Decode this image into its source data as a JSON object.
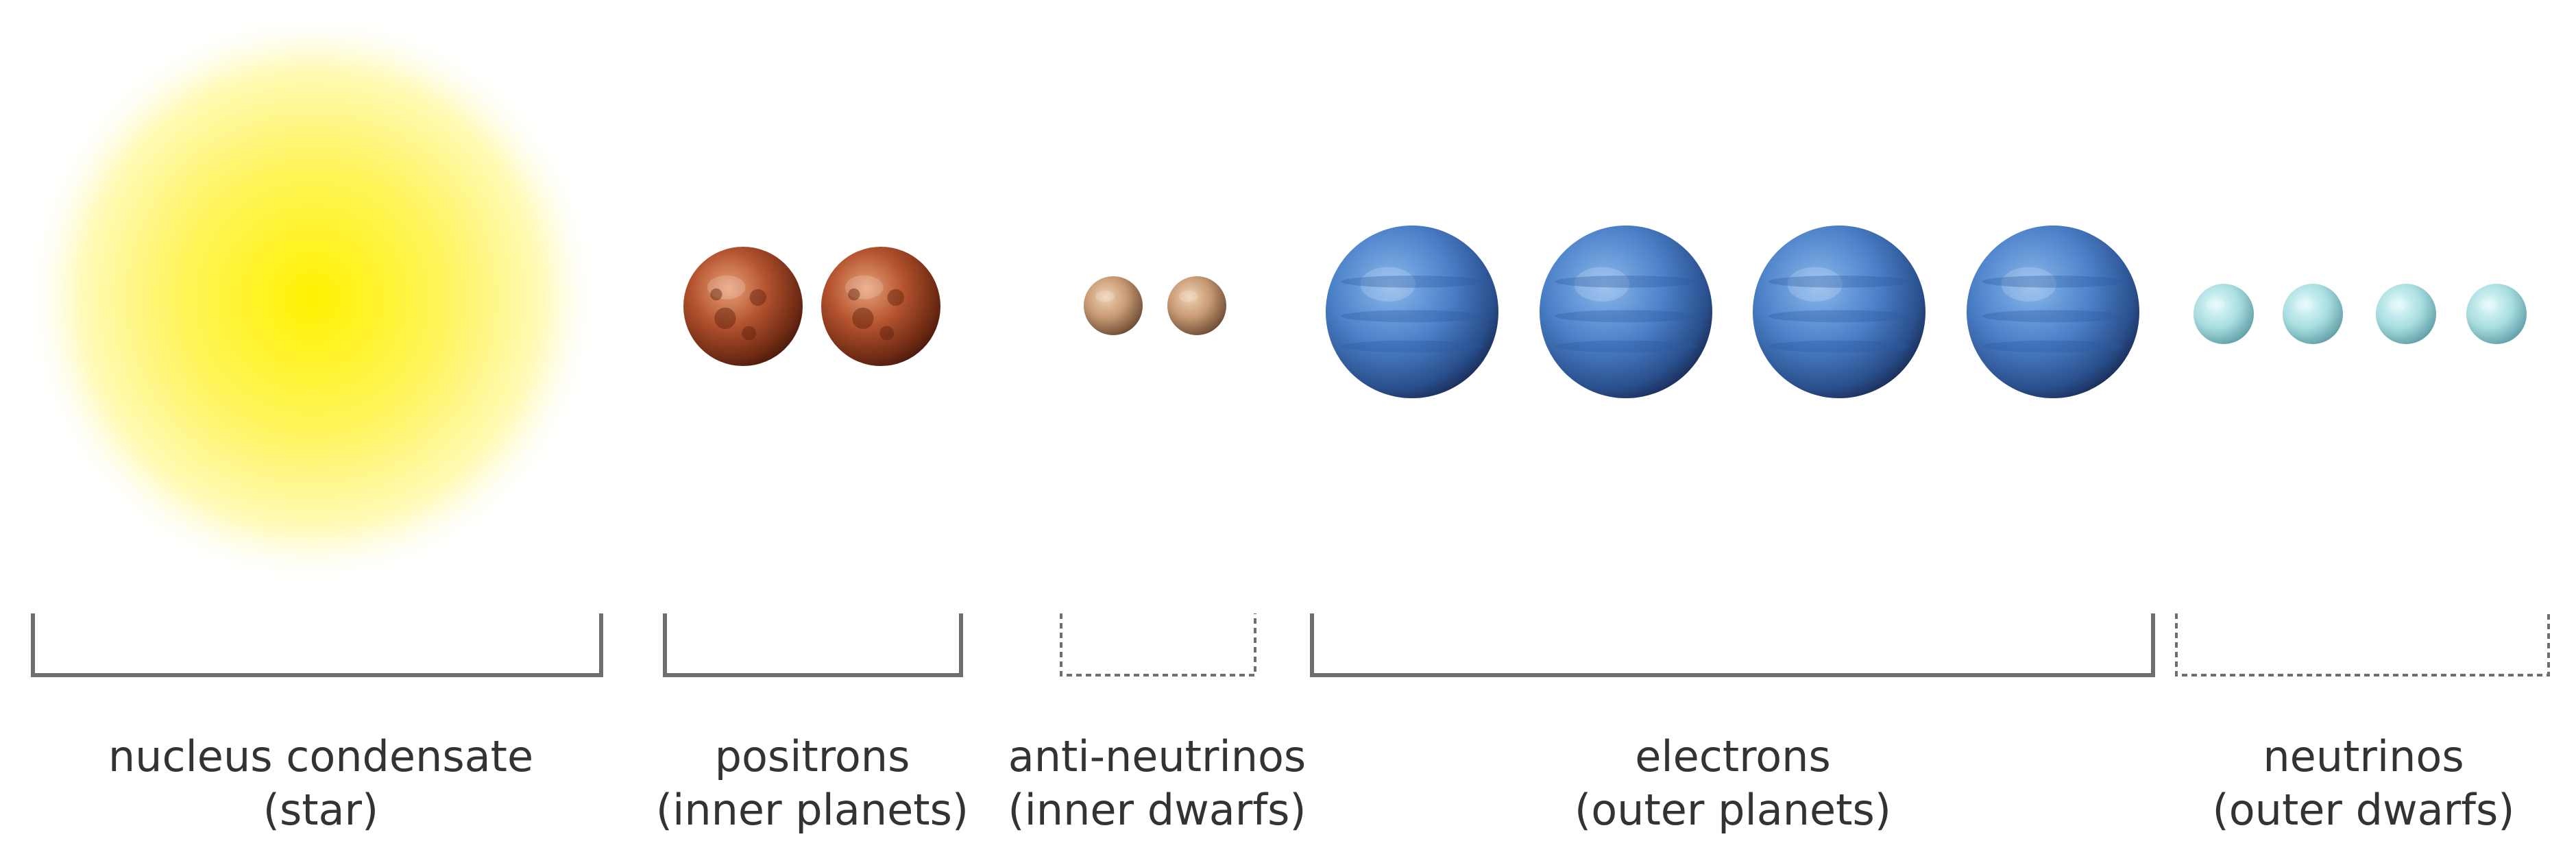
{
  "groups": [
    {
      "id": "nucleus",
      "line1": "nucleus condensate",
      "line2": "(star)",
      "bracket": "solid",
      "body": "star",
      "count": 1,
      "color": "#ffef00"
    },
    {
      "id": "positrons",
      "line1": "positrons",
      "line2": "(inner planets)",
      "bracket": "solid",
      "body": "rocky-planet",
      "count": 2,
      "color": "#b4532e"
    },
    {
      "id": "anti-neutrinos",
      "line1": "anti-neutrinos",
      "line2": "(inner dwarfs)",
      "bracket": "dashed",
      "body": "dwarf-planet",
      "count": 2,
      "color": "#c79a74"
    },
    {
      "id": "electrons",
      "line1": "electrons",
      "line2": "(outer planets)",
      "bracket": "solid",
      "body": "gas-giant",
      "count": 4,
      "color": "#4a80c8"
    },
    {
      "id": "neutrinos",
      "line1": "neutrinos",
      "line2": "(outer dwarfs)",
      "bracket": "dashed",
      "body": "ice-dwarf",
      "count": 4,
      "color": "#a8dde0"
    }
  ],
  "colors": {
    "bracket": "#6e6e6e",
    "text": "#333333",
    "background": "#ffffff"
  }
}
